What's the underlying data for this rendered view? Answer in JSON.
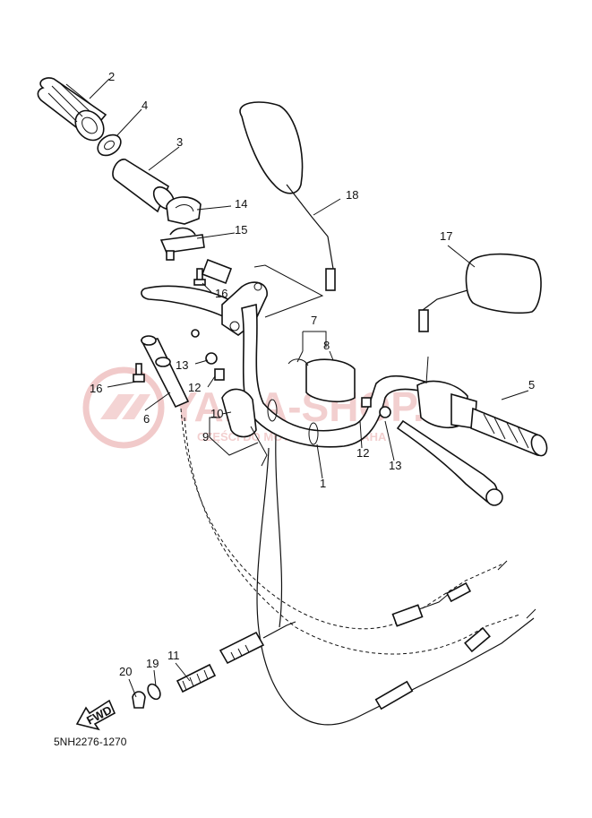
{
  "diagram": {
    "code": "5NH2276-1270",
    "fwd_label": "FWD",
    "watermark": {
      "text": "YAMA-SHOP.PL",
      "subtext": "CZĘŚCI DO MOTOCYKLI YAMAHA"
    },
    "callouts": {
      "c1": "1",
      "c2": "2",
      "c3": "3",
      "c4": "4",
      "c5": "5",
      "c6": "6",
      "c7": "7",
      "c8": "8",
      "c9": "9",
      "c10": "10",
      "c11": "11",
      "c12a": "12",
      "c12b": "12",
      "c13a": "13",
      "c13b": "13",
      "c14": "14",
      "c15": "15",
      "c16a": "16",
      "c16b": "16",
      "c17": "17",
      "c18": "18",
      "c19": "19",
      "c20": "20"
    }
  }
}
